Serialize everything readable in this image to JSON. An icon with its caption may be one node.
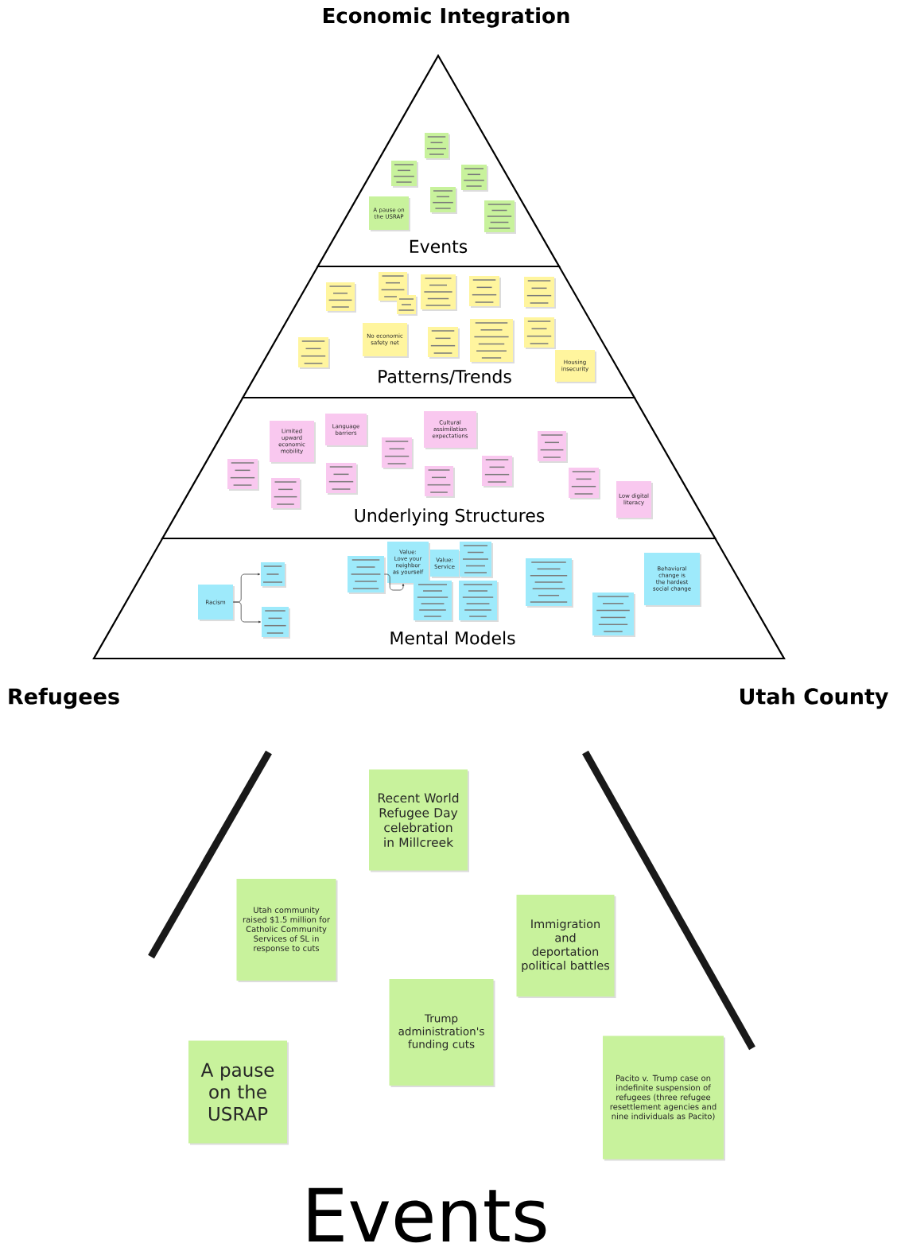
{
  "diagram": {
    "title": "Economic Integration",
    "nodes": [
      {
        "text": [
          "Events"
        ]
      },
      {
        "text": [],
        "shape": "box",
        "in": 0
      },
      {
        "text": [],
        "shape": "box",
        "in": 0
      },
      {
        "text": [],
        "shape": "box",
        "in": 0
      },
      {
        "text": [],
        "shape": "box",
        "in": 0
      },
      {
        "text": [
          "A pause on the USRAP"
        ],
        "in": 0
      },
      {
        "text": [],
        "shape": "box",
        "in": 0
      },
      {
        "text": [
          "Patterns/Trends"
        ]
      },
      {
        "text": [],
        "shape": "box",
        "in": 7
      },
      {
        "text": [],
        "shape": "box",
        "in": 7
      },
      {
        "text": [],
        "shape": "box",
        "in": 7
      },
      {
        "text": [],
        "shape": "box",
        "in": 7
      },
      {
        "text": [],
        "shape": "box",
        "in": 7
      },
      {
        "text": [],
        "shape": "box",
        "in": 7
      },
      {
        "text": [],
        "shape": "box",
        "in": 7
      },
      {
        "text": [
          "No economic safety net"
        ],
        "in": 7
      },
      {
        "text": [],
        "shape": "box",
        "in": 7
      },
      {
        "text": [],
        "shape": "box",
        "in": 7
      },
      {
        "text": [],
        "shape": "box",
        "in": 7
      },
      {
        "text": [
          "Housing insecurity"
        ],
        "in": 7
      },
      {
        "text": [
          "Underlying Structures"
        ]
      },
      {
        "text": [
          "Limited upward economic mobility"
        ],
        "in": 20
      },
      {
        "text": [
          "Language barriers"
        ],
        "in": 20
      },
      {
        "text": [
          "Cultural assimilation expectations"
        ],
        "in": 20
      },
      {
        "text": [],
        "shape": "box",
        "in": 20
      },
      {
        "text": [],
        "shape": "box",
        "in": 20
      },
      {
        "text": [],
        "shape": "box",
        "in": 20
      },
      {
        "text": [],
        "shape": "box",
        "in": 20
      },
      {
        "text": [],
        "shape": "box",
        "in": 20
      },
      {
        "text": [],
        "shape": "box",
        "in": 20
      },
      {
        "text": [],
        "shape": "box",
        "in": 20
      },
      {
        "text": [],
        "shape": "box",
        "in": 20
      },
      {
        "text": [
          "Low digital literacy"
        ],
        "in": 20
      },
      {
        "text": [
          "Mental Models"
        ]
      },
      {
        "text": [
          "Racism"
        ],
        "in": 33
      },
      {
        "text": [],
        "shape": "box",
        "in": 33
      },
      {
        "text": [],
        "shape": "box",
        "in": 33
      },
      {
        "text": [],
        "shape": "box",
        "in": 33
      },
      {
        "text": [
          "Value: Love your neighbor as yourself"
        ],
        "in": 33
      },
      {
        "text": [
          "Value: Service"
        ],
        "in": 33
      },
      {
        "text": [],
        "shape": "box",
        "in": 33
      },
      {
        "text": [],
        "shape": "box",
        "in": 33
      },
      {
        "text": [],
        "shape": "box",
        "in": 33
      },
      {
        "text": [],
        "shape": "box",
        "in": 33
      },
      {
        "text": [],
        "shape": "box",
        "in": 33
      },
      {
        "text": [
          "Behavioral change is the hardest social change"
        ],
        "in": 33
      },
      {
        "text": [
          "Recent World Refugee Day celebration in Millcreek"
        ]
      },
      {
        "text": [
          "Utah community raised $1.5 million for Catholic Community Services of SL in response to cuts"
        ]
      },
      {
        "text": [
          "Immigration and deportation political battles"
        ]
      },
      {
        "text": [
          "Trump administration's funding cuts"
        ]
      },
      {
        "text": [
          "A pause on the USRAP"
        ]
      },
      {
        "text": [
          "Pacito v. Trump case on indefinite suspension of refugees (three refugee resettlement agencies and nine individuals as Pacito)"
        ]
      }
    ],
    "edges": [
      {
        "from": 34,
        "to": 35,
        "arrow": "to"
      },
      {
        "from": 34,
        "to": 36,
        "arrow": "to"
      },
      {
        "from": 37,
        "to": 38,
        "arrow": "to"
      }
    ],
    "labels": [
      "Refugees",
      "Utah County",
      "Events"
    ]
  }
}
